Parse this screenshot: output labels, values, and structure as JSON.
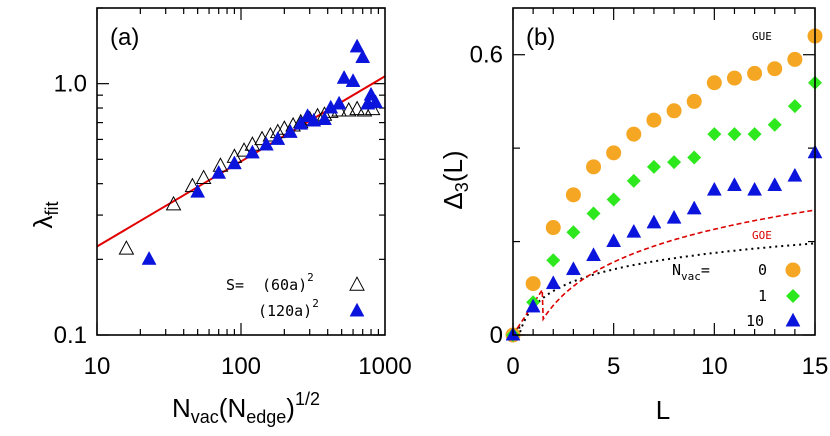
{
  "chart_data": [
    {
      "panel": "(a)",
      "type": "scatter",
      "xscale": "log",
      "yscale": "log",
      "xlim": [
        10,
        1000
      ],
      "ylim": [
        0.1,
        2.0
      ],
      "xlabel_base": "N",
      "xlabel_sub1": "vac",
      "xlabel_mid": "(N",
      "xlabel_sub2": "edge",
      "xlabel_end": ")",
      "xlabel_sup": "1/2",
      "ylabel_base": "λ",
      "ylabel_sub": "fit",
      "xticks": [
        10,
        100,
        1000
      ],
      "xtick_labels": [
        "10",
        "100",
        "1000"
      ],
      "yticks": [
        0.1,
        1.0
      ],
      "ytick_labels": [
        "0.1",
        "1.0"
      ],
      "fit_line": {
        "color": "#e00000",
        "x": [
          10,
          1000
        ],
        "y": [
          0.225,
          1.07
        ]
      },
      "legend_prefix": "S=",
      "series": [
        {
          "name_base": "(60a)",
          "name_sup": "2",
          "marker": "triangle-open",
          "color": "#000000",
          "x": [
            16,
            34,
            46,
            55,
            72,
            90,
            105,
            120,
            140,
            160,
            180,
            200,
            230,
            260,
            300,
            340,
            380,
            420,
            480,
            560,
            640,
            720,
            820
          ],
          "y": [
            0.22,
            0.33,
            0.39,
            0.42,
            0.47,
            0.51,
            0.54,
            0.57,
            0.6,
            0.62,
            0.64,
            0.66,
            0.68,
            0.7,
            0.72,
            0.74,
            0.75,
            0.77,
            0.78,
            0.78,
            0.79,
            0.78,
            0.79
          ]
        },
        {
          "name_base": "(120a)",
          "name_sup": "2",
          "marker": "triangle-filled",
          "color": "#0a14dc",
          "x": [
            23,
            50,
            70,
            90,
            120,
            150,
            180,
            220,
            260,
            290,
            320,
            380,
            420,
            480,
            520,
            600,
            640,
            700,
            760,
            800,
            860
          ],
          "y": [
            0.2,
            0.37,
            0.44,
            0.48,
            0.53,
            0.57,
            0.6,
            0.64,
            0.69,
            0.74,
            0.71,
            0.72,
            0.8,
            0.83,
            1.05,
            1.02,
            1.4,
            1.27,
            0.83,
            0.9,
            0.84
          ]
        }
      ]
    },
    {
      "panel": "(b)",
      "type": "scatter",
      "xlim": [
        0,
        15
      ],
      "ylim": [
        0,
        0.7
      ],
      "xlabel": "L",
      "ylabel_base": "Δ",
      "ylabel_sub": "3",
      "ylabel_end": "(L)",
      "xticks": [
        0,
        5,
        10,
        15
      ],
      "xtick_labels": [
        "0",
        "5",
        "10",
        "15"
      ],
      "yticks": [
        0,
        0.6
      ],
      "ytick_labels": [
        "0",
        "0.6"
      ],
      "curves": [
        {
          "name": "GUE",
          "color": "#000000",
          "style": "dotted"
        },
        {
          "name": "GOE",
          "color": "#dd0000",
          "style": "dashed"
        }
      ],
      "legend_title_base": "N",
      "legend_title_sub": "vac",
      "legend_title_end": "=",
      "series": [
        {
          "name": "0",
          "marker": "circle",
          "color": "#f5a623",
          "x": [
            0,
            1,
            2,
            3,
            4,
            5,
            6,
            7,
            8,
            9,
            10,
            11,
            12,
            13,
            14,
            15
          ],
          "y": [
            0.0,
            0.11,
            0.23,
            0.3,
            0.36,
            0.39,
            0.43,
            0.46,
            0.48,
            0.5,
            0.54,
            0.55,
            0.56,
            0.57,
            0.59,
            0.64
          ]
        },
        {
          "name": "1",
          "marker": "diamond",
          "color": "#2ee81e",
          "x": [
            0,
            1,
            2,
            3,
            4,
            5,
            6,
            7,
            8,
            9,
            10,
            11,
            12,
            13,
            14,
            15
          ],
          "y": [
            0.0,
            0.07,
            0.16,
            0.22,
            0.26,
            0.29,
            0.33,
            0.36,
            0.37,
            0.38,
            0.43,
            0.43,
            0.43,
            0.45,
            0.49,
            0.54
          ]
        },
        {
          "name": "10",
          "marker": "triangle-filled",
          "color": "#0a14dc",
          "x": [
            0,
            1,
            2,
            3,
            4,
            5,
            6,
            7,
            8,
            9,
            10,
            11,
            12,
            13,
            14,
            15
          ],
          "y": [
            0.0,
            0.06,
            0.11,
            0.14,
            0.17,
            0.2,
            0.22,
            0.24,
            0.25,
            0.27,
            0.31,
            0.32,
            0.31,
            0.32,
            0.34,
            0.39
          ]
        }
      ]
    }
  ]
}
